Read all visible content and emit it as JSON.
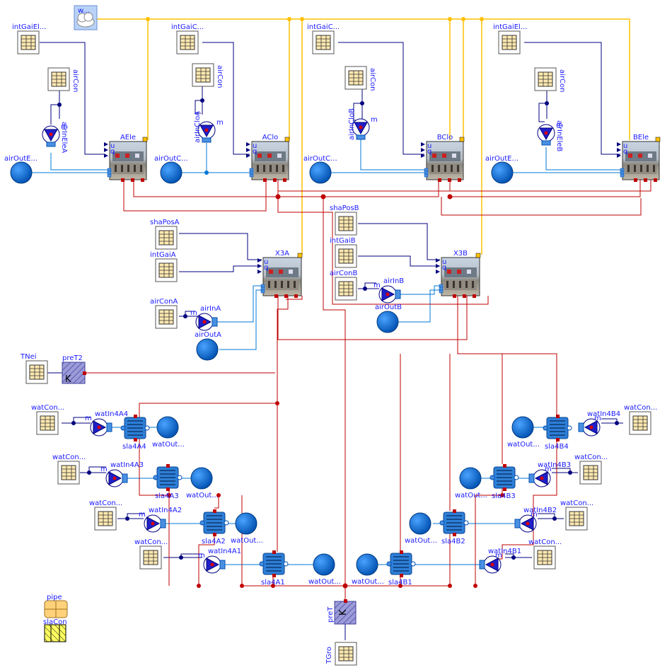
{
  "weather": {
    "label": "w..."
  },
  "rooms": [
    {
      "id": "AEle",
      "label": "AEle"
    },
    {
      "id": "AClo",
      "label": "AClo"
    },
    {
      "id": "BClo",
      "label": "BClo"
    },
    {
      "id": "BEle",
      "label": "BEle"
    },
    {
      "id": "X3A",
      "label": "X3A"
    },
    {
      "id": "X3B",
      "label": "X3B"
    }
  ],
  "tables": [
    {
      "id": "intGaiEleA",
      "label": "intGaiEl..."
    },
    {
      "id": "intGaiCloA",
      "label": "intGaiC..."
    },
    {
      "id": "intGaiCloB",
      "label": "intGaiC..."
    },
    {
      "id": "intGaiEleB",
      "label": "intGaiEl..."
    },
    {
      "id": "airCon1",
      "label": "airCon"
    },
    {
      "id": "airCon2",
      "label": "airCon"
    },
    {
      "id": "airCon3",
      "label": "airCon"
    },
    {
      "id": "airCon4",
      "label": "airCon"
    },
    {
      "id": "shaPosA",
      "label": "shaPosA"
    },
    {
      "id": "intGaiA",
      "label": "intGaiA"
    },
    {
      "id": "airConA",
      "label": "airConA"
    },
    {
      "id": "shaPosB",
      "label": "shaPosB"
    },
    {
      "id": "intGaiB",
      "label": "intGaiB"
    },
    {
      "id": "airConB",
      "label": "airConB"
    },
    {
      "id": "TNei",
      "label": "TNei"
    },
    {
      "id": "watConA4",
      "label": "watCon..."
    },
    {
      "id": "watConA3",
      "label": "watCon..."
    },
    {
      "id": "watConA2",
      "label": "watCon..."
    },
    {
      "id": "watConA1",
      "label": "watCon..."
    },
    {
      "id": "watConB4",
      "label": "watCon..."
    },
    {
      "id": "watConB3",
      "label": "watCon..."
    },
    {
      "id": "watConB2",
      "label": "watCon..."
    },
    {
      "id": "watConB1",
      "label": "watCon..."
    },
    {
      "id": "TGro",
      "label": "TGro"
    }
  ],
  "sources": [
    {
      "id": "airInEleA",
      "label": "airInEleA"
    },
    {
      "id": "airInCloA",
      "label": "airInCloA"
    },
    {
      "id": "airInCloB",
      "label": "airInCloB"
    },
    {
      "id": "airInEleB",
      "label": "airInEleB"
    },
    {
      "id": "airInA",
      "label": "airInA"
    },
    {
      "id": "airInB",
      "label": "airInB"
    },
    {
      "id": "watIn4A4",
      "label": "watIn4A4"
    },
    {
      "id": "watIn4A3",
      "label": "watIn4A3"
    },
    {
      "id": "watIn4A2",
      "label": "watIn4A2"
    },
    {
      "id": "watIn4A1",
      "label": "watIn4A1"
    },
    {
      "id": "watIn4B4",
      "label": "watIn4B4"
    },
    {
      "id": "watIn4B3",
      "label": "watIn4B3"
    },
    {
      "id": "watIn4B2",
      "label": "watIn4B2"
    },
    {
      "id": "watIn4B1",
      "label": "watIn4B1"
    }
  ],
  "boundaries": [
    {
      "id": "airOutEleA",
      "label": "airOutE..."
    },
    {
      "id": "airOutCloA",
      "label": "airOutC..."
    },
    {
      "id": "airOutCloB",
      "label": "airOutC..."
    },
    {
      "id": "airOutEleB",
      "label": "airOutE..."
    },
    {
      "id": "airOutA",
      "label": "airOutA"
    },
    {
      "id": "airOutB",
      "label": "airOutB"
    },
    {
      "id": "watOutA4",
      "label": "watOut..."
    },
    {
      "id": "watOutA3",
      "label": "watOut..."
    },
    {
      "id": "watOutA2",
      "label": "watOut..."
    },
    {
      "id": "watOutA1",
      "label": "watOut..."
    },
    {
      "id": "watOutB4",
      "label": "watOut..."
    },
    {
      "id": "watOutB3",
      "label": "watOut..."
    },
    {
      "id": "watOutB2",
      "label": "watOut..."
    },
    {
      "id": "watOutB1",
      "label": "watOut..."
    }
  ],
  "slabs": [
    {
      "id": "sla4A4",
      "label": "sla4A4"
    },
    {
      "id": "sla4A3",
      "label": "sla4A3"
    },
    {
      "id": "sla4A2",
      "label": "sla4A2"
    },
    {
      "id": "sla4A1",
      "label": "sla4A1"
    },
    {
      "id": "sla4B4",
      "label": "sla4B4"
    },
    {
      "id": "sla4B3",
      "label": "sla4B3"
    },
    {
      "id": "sla4B2",
      "label": "sla4B2"
    },
    {
      "id": "sla4B1",
      "label": "sla4B1"
    }
  ],
  "temps": [
    {
      "id": "preT2",
      "label": "preT2",
      "unit": "K"
    },
    {
      "id": "preT",
      "label": "preT",
      "unit": "K"
    }
  ],
  "misc": {
    "pipe_label": "pipe",
    "slaCon_label": "slaCon",
    "port_m": "m",
    "port_u": "u",
    "port_q": "q"
  },
  "colors": {
    "wire_signal": "#00007f",
    "wire_heat": "#bf0000",
    "wire_fluid": "#0078d7",
    "wire_weather": "#ffc000",
    "label": "#1a1aff",
    "boundary": "#0a63c9"
  }
}
